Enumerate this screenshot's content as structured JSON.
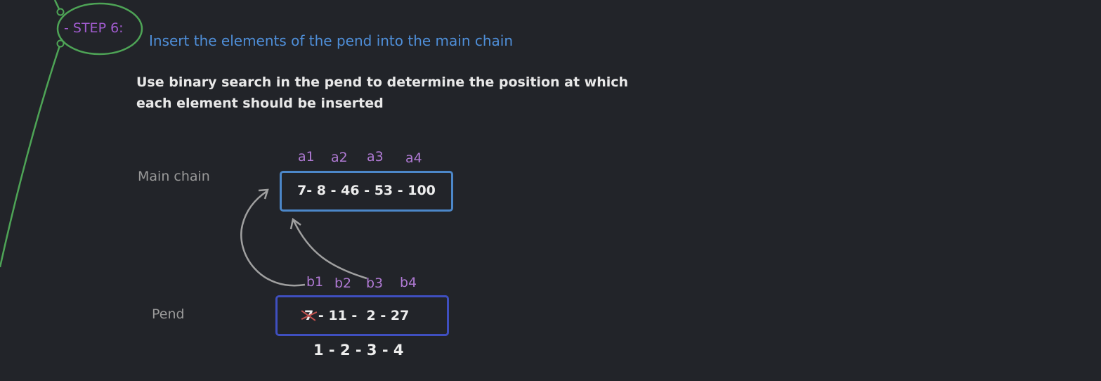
{
  "step": {
    "label": "- STEP 6:"
  },
  "title": "Insert the elements of the pend into the main chain",
  "description": "Use binary search in the pend to determine the position at which each element should be inserted",
  "main_chain": {
    "label": "Main chain",
    "indices": [
      "a1",
      "a2",
      "a3",
      "a4"
    ],
    "values": "7- 8 - 46 - 53 - 100"
  },
  "pend": {
    "label": "Pend",
    "indices": [
      "b1",
      "b2",
      "b3",
      "b4"
    ],
    "struck_value": "7",
    "values_rest": " - 11 -  2 - 27"
  },
  "insertion_order": "1 - 2 - 3 - 4",
  "colors": {
    "background": "#222429",
    "step_accent": "#a25cd0",
    "connector": "#4ea456",
    "title": "#4f8fd9",
    "main_box_border": "#4c87c9",
    "pend_box_border": "#3f4fbf",
    "arrow": "#a0a0a0",
    "strike": "#c0504d"
  }
}
